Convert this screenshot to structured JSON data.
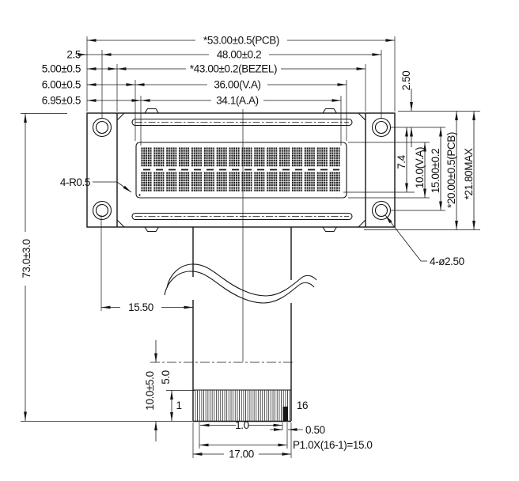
{
  "drawing": {
    "top_dims": {
      "pcb_width": "*53.00±0.5(PCB)",
      "hole_span_width": "48.00±0.2",
      "bezel_width": "*43.00±0.2(BEZEL)",
      "va_width": "36.00(V.A)",
      "aa_width": "34.1(A.A)"
    },
    "left_dims": {
      "hole_edge_offset": "2.5",
      "bezel_edge_offset": "5.00±0.5",
      "va_edge_offset": "6.00±0.5",
      "aa_edge_offset": "6.95±0.5",
      "corner_radius_note": "4-R0.5",
      "overall_length": "73.0±3.0",
      "hole_to_tail": "15.50"
    },
    "right_dims": {
      "hole_top_offset": "2.50",
      "hole_to_aa": "7.4",
      "va_height": "10.0(V.A)",
      "hole_span_height": "15.00±0.2",
      "pcb_height": "*20.00±0.5(PCB)",
      "bezel_max_height": "*21.80MAX",
      "hole_diameter_note": "4-ø2.50"
    },
    "tail_dims": {
      "exposed_length": "10.0±5.0",
      "contact_length": "5.0",
      "pin_first": "1",
      "pin_last": "16",
      "pitch": "1.0",
      "pad_width": "0.50",
      "pitch_formula": "P1.0X(16-1)=15.0",
      "tail_width": "17.00"
    }
  }
}
